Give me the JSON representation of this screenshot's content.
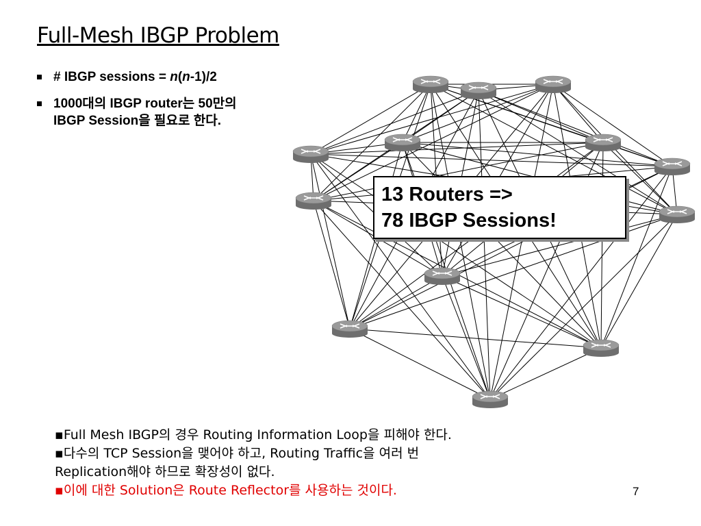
{
  "slide": {
    "title": "Full-Mesh IBGP Problem",
    "page_number": "7"
  },
  "bullets": [
    {
      "pre": "# IBGP sessions = ",
      "n1": "n",
      "mid": "(",
      "n2": "n",
      "post": "-1)/2"
    },
    {
      "line1": "1000대의 IBGP  router는 50만의",
      "line2": "IBGP Session을 필요로 한다."
    }
  ],
  "callout": {
    "line1": "13 Routers =>",
    "line2": "78 IBGP Sessions!"
  },
  "notes": [
    {
      "text": "▪Full Mesh IBGP의 경우 Routing Information Loop을 피해야 한다.",
      "color": "#000000"
    },
    {
      "text": "▪다수의 TCP Session을 맺어야 하고, Routing Traffic을 여러 번",
      "color": "#000000"
    },
    {
      "text": "Replication해야 하므로 확장성이 없다.",
      "color": "#000000"
    },
    {
      "text": "▪이에 대한 Solution은 Route Reflector를 사용하는 것이다.",
      "color": "#e00000"
    }
  ],
  "diagram": {
    "router_count": 13,
    "router_icon": "router-icon",
    "router_color": "#9a9a9a",
    "link_color": "#000000"
  }
}
